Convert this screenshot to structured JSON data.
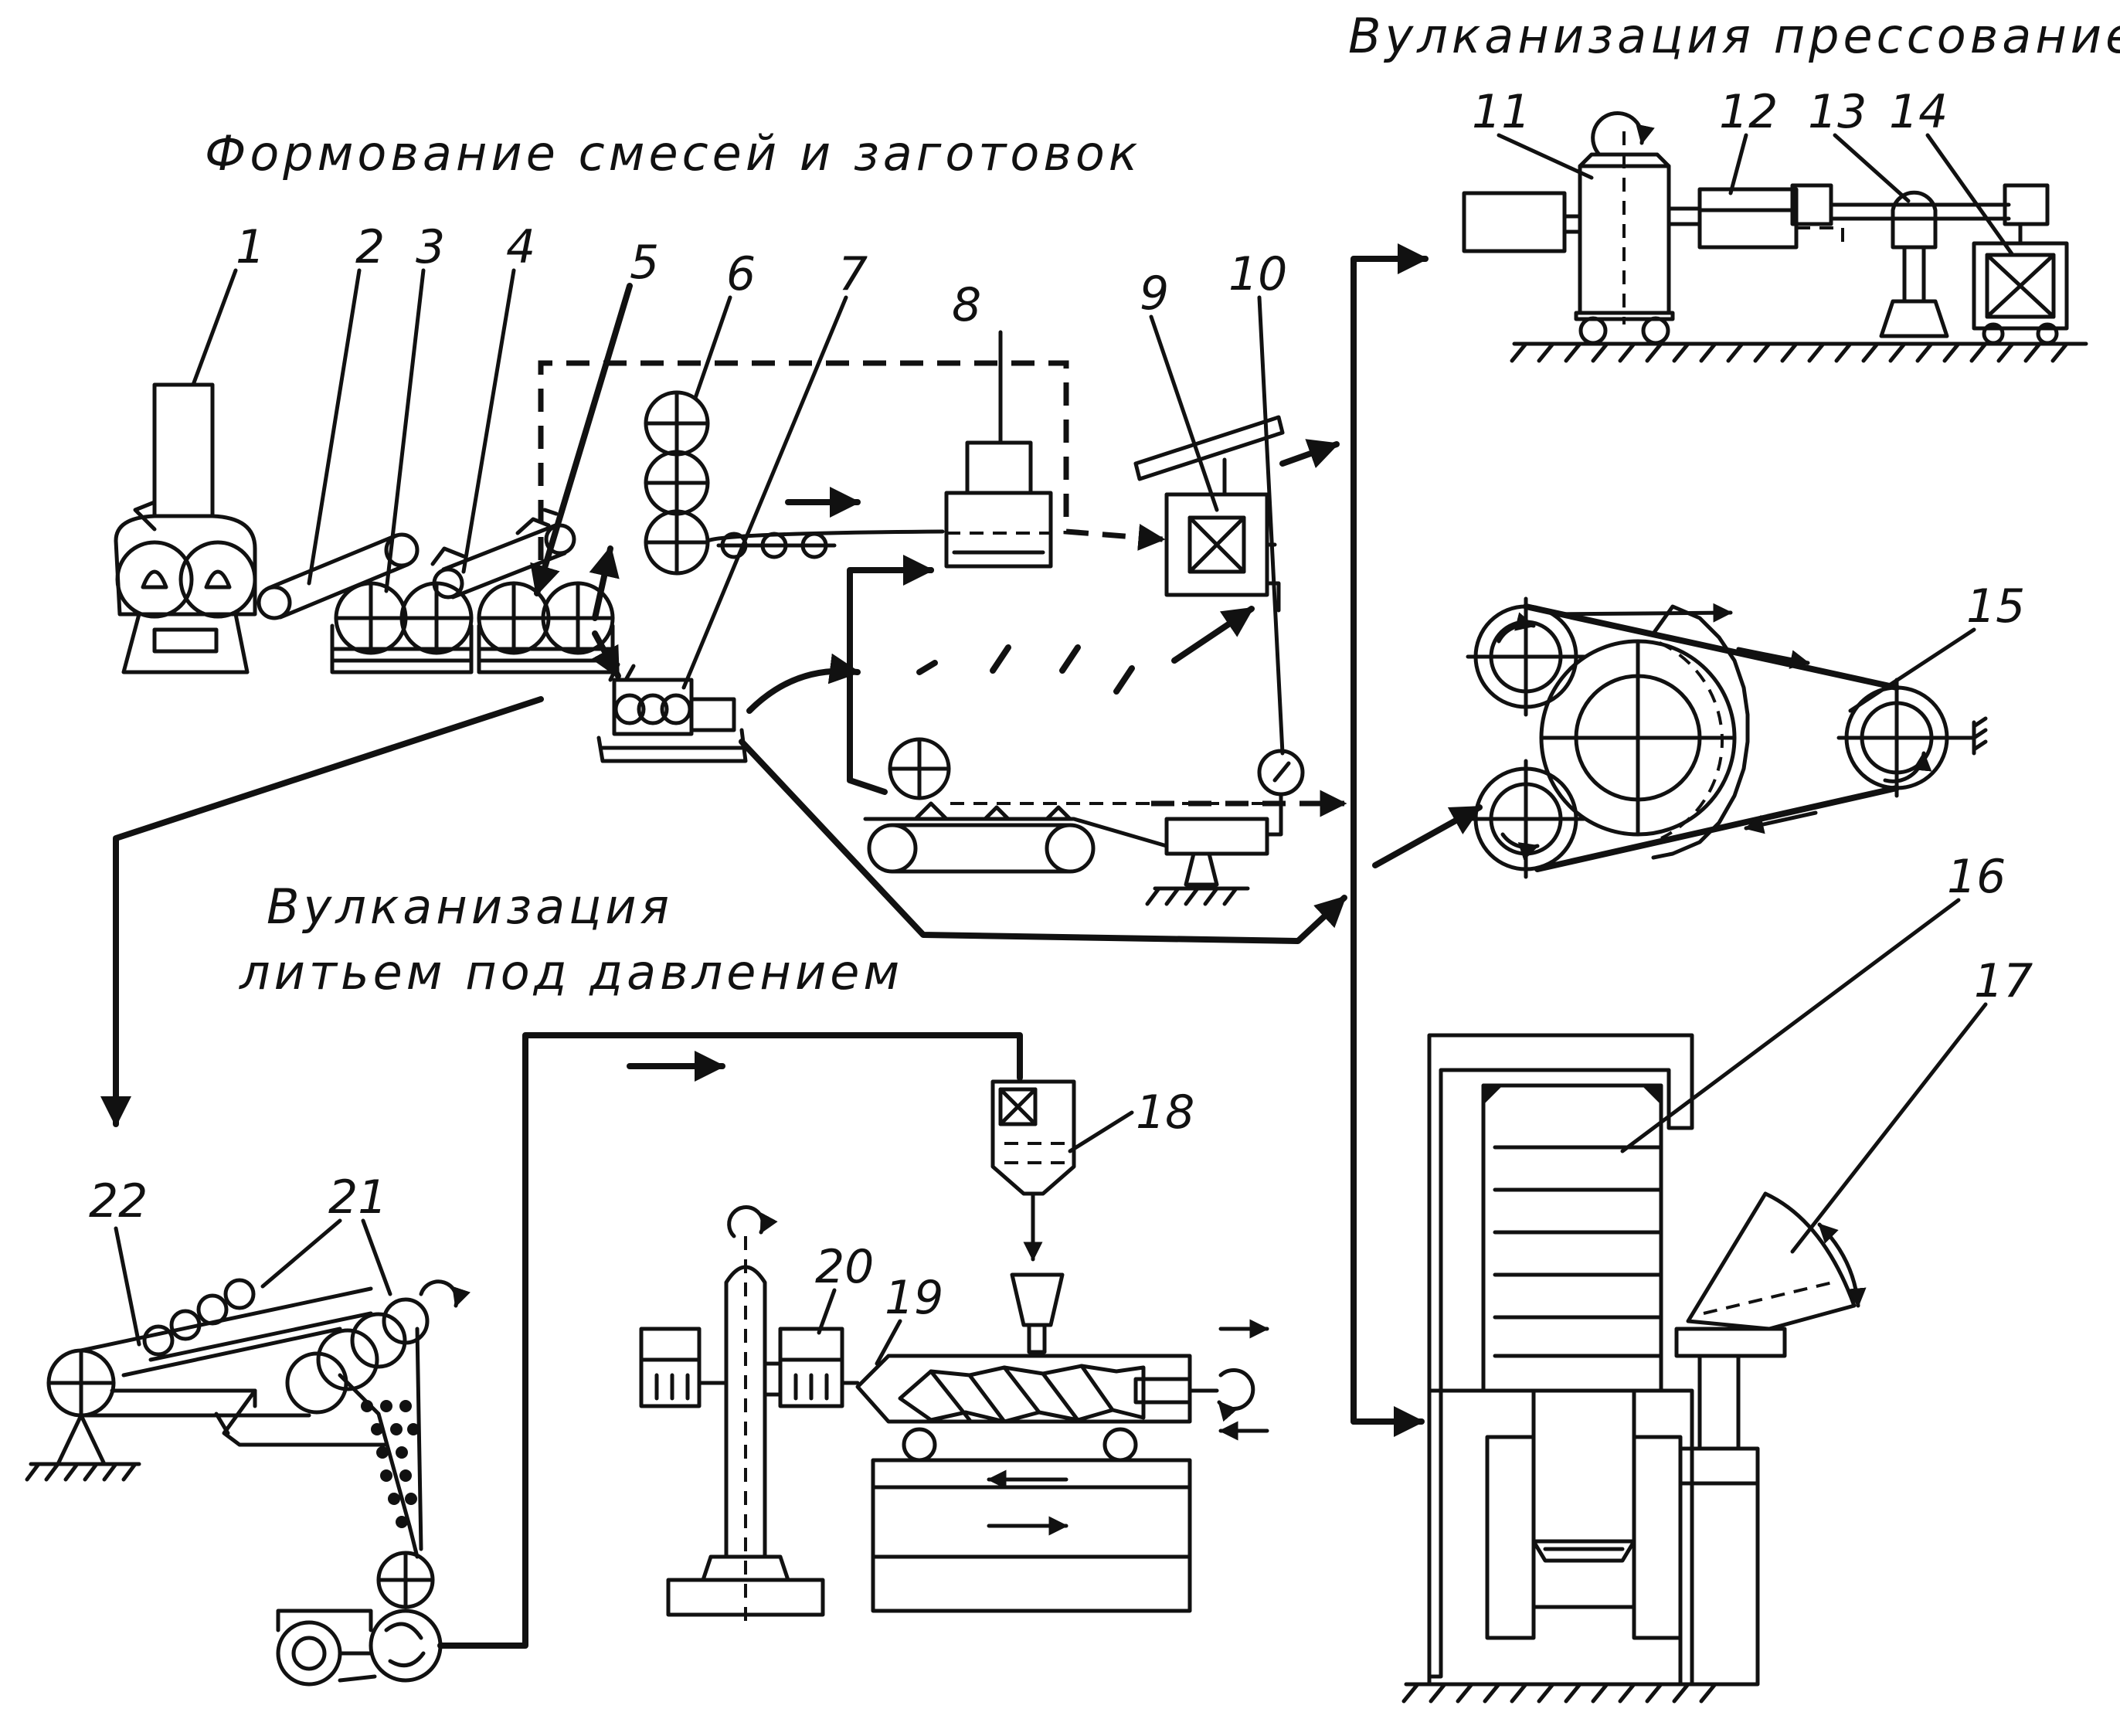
{
  "sections": {
    "forming": "Формование смесей и заготовок",
    "press_vulcanization": "Вулканизация прессованием",
    "injection_vulcanization_line1": "Вулканизация",
    "injection_vulcanization_line2": "литьем под давлением"
  },
  "callouts": [
    "1",
    "2",
    "3",
    "4",
    "5",
    "6",
    "7",
    "8",
    "9",
    "10",
    "11",
    "12",
    "13",
    "14",
    "15",
    "16",
    "17",
    "18",
    "19",
    "20",
    "21",
    "22"
  ]
}
